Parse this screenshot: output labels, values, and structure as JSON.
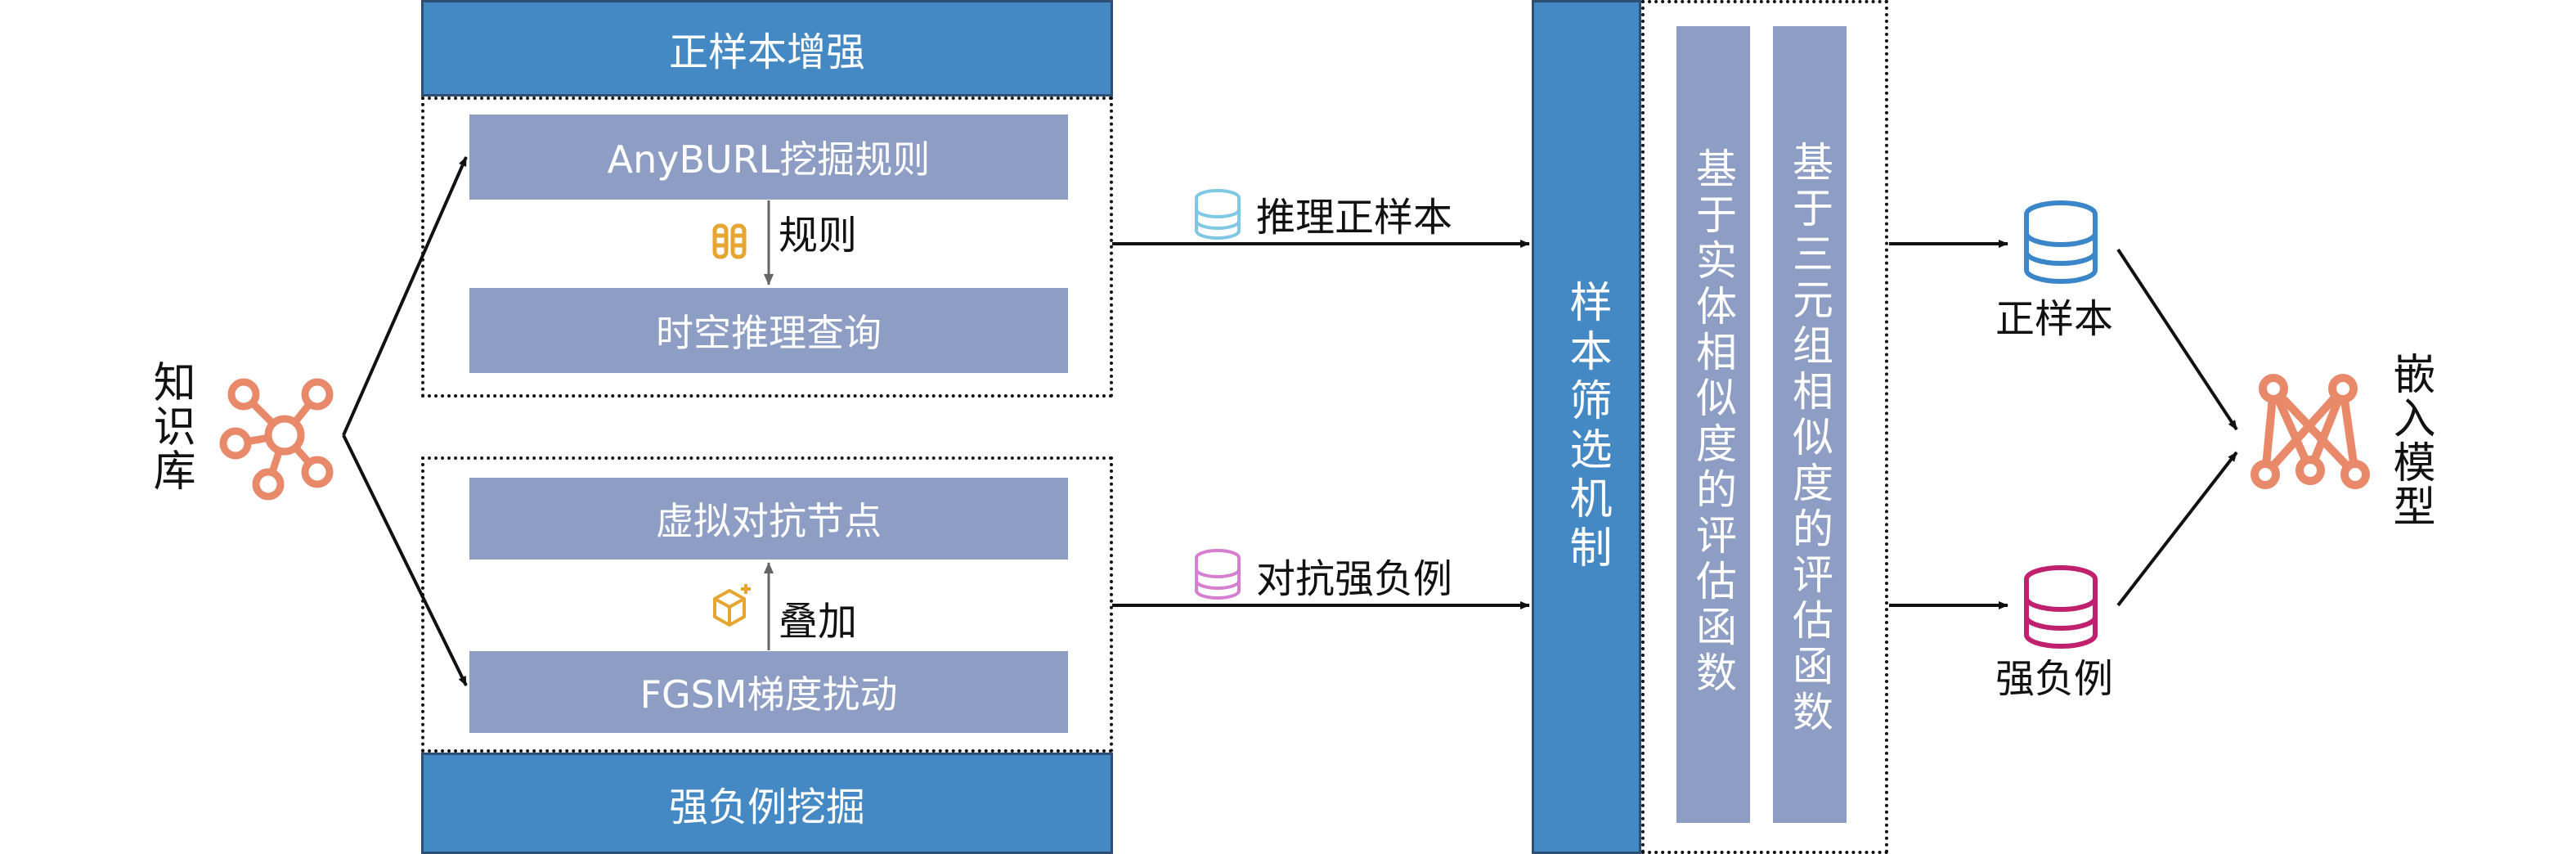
{
  "knowledge_base": {
    "label": "知识库",
    "icon": "knowledge-graph-icon"
  },
  "positive_aug": {
    "header": "正样本增强",
    "step1": "AnyBURL挖掘规则",
    "step2": "时空推理查询",
    "arrow_label": "规则",
    "arrow_icon": "rules-icon",
    "output_label": "推理正样本",
    "output_icon": "database-icon"
  },
  "negative_mining": {
    "header": "强负例挖掘",
    "step1": "虚拟对抗节点",
    "step2": "FGSM梯度扰动",
    "arrow_label": "叠加",
    "arrow_icon": "cube-add-icon",
    "output_label": "对抗强负例",
    "output_icon": "database-icon"
  },
  "filter": {
    "label": "样本筛选机制",
    "func_entity": "基于实体相似度的评估函数",
    "func_triple": "基于三元组相似度的评估函数"
  },
  "outputs": {
    "positive": "正样本",
    "negative": "强负例",
    "icon": "database-icon"
  },
  "embedding_model": {
    "label": "嵌入模型",
    "icon": "model-icon"
  },
  "colors": {
    "header_blue": "#4489c4",
    "step_gray_blue": "#8d9dc3",
    "icon_orange": "#e8896a",
    "db_light_blue": "#7fc8e4",
    "db_blue": "#3a86c8",
    "db_pink": "#d67fd0",
    "db_magenta": "#c0216f",
    "rule_icon_gold": "#e5a530"
  }
}
